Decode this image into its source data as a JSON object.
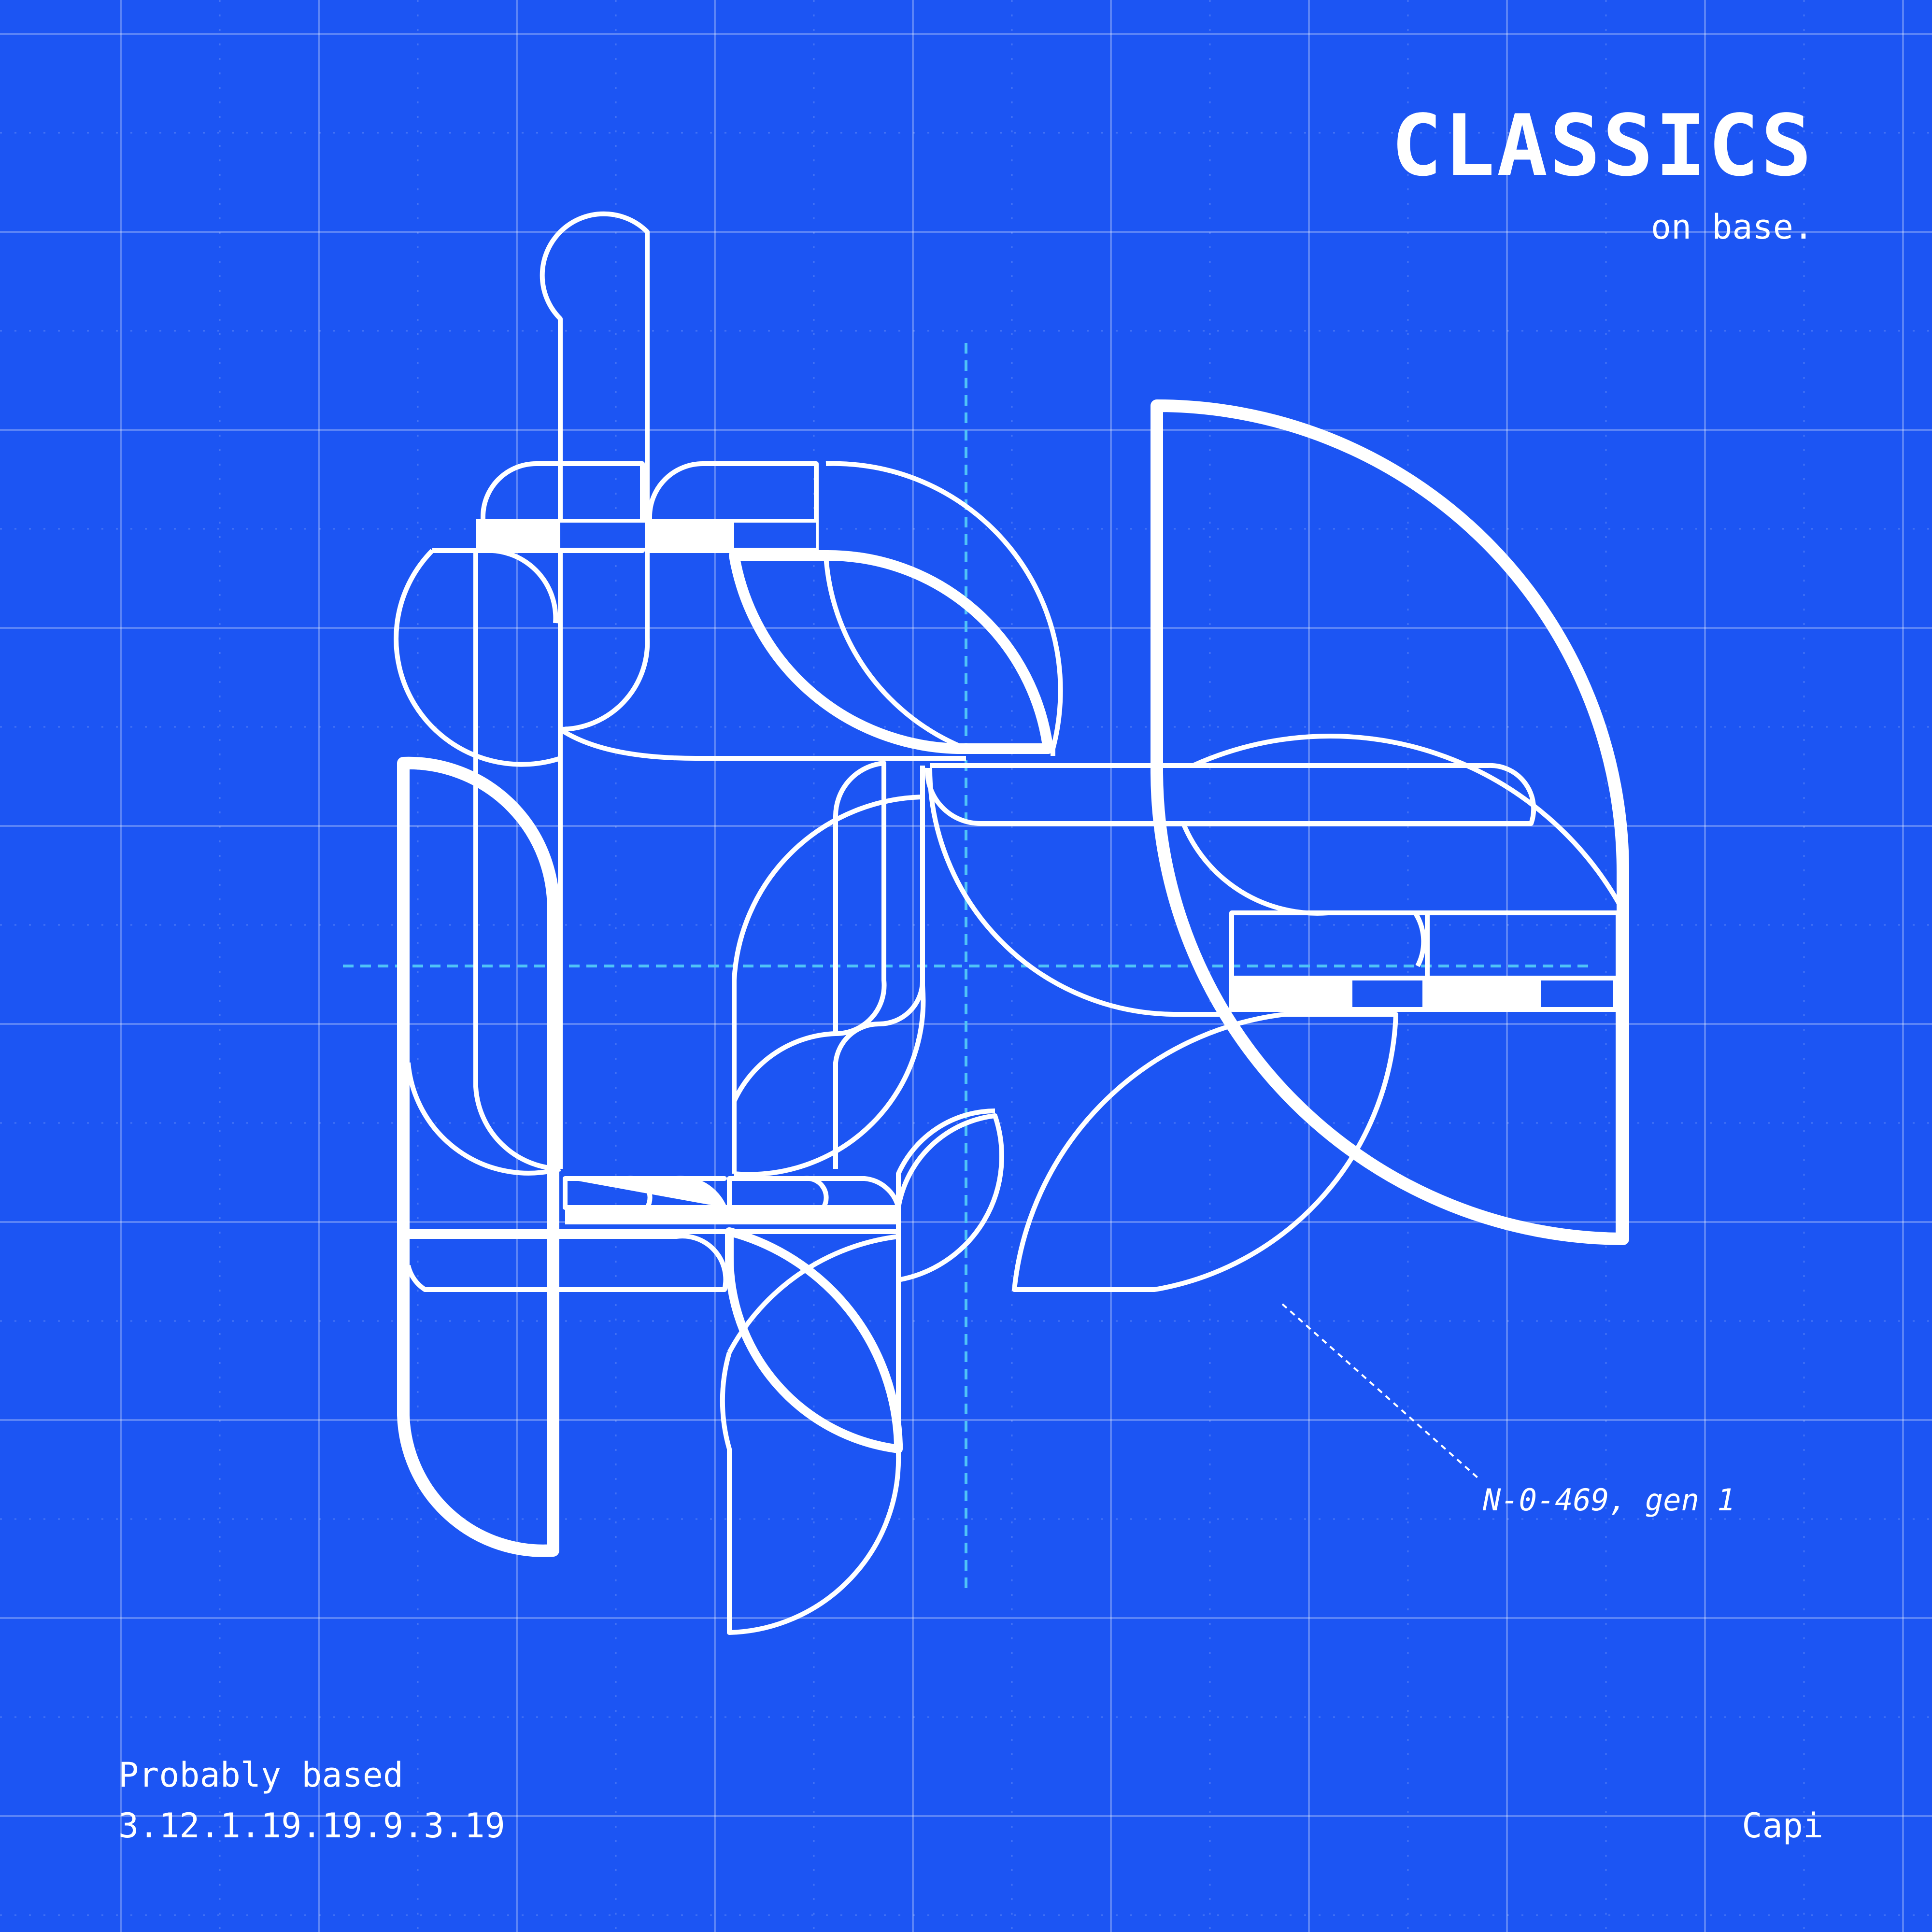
{
  "title": "CLASSICS",
  "subtitle": "on base.",
  "annotation": "N-0-469, gen 1",
  "footer": {
    "line1": "Probably based",
    "line2": "3.12.1.19.19.9.3.19",
    "author": "Capi"
  },
  "colors": {
    "background": "#1c55f3",
    "line": "#ffffff",
    "grid": "#6e92f7",
    "crosshair": "#4fc3f7"
  }
}
